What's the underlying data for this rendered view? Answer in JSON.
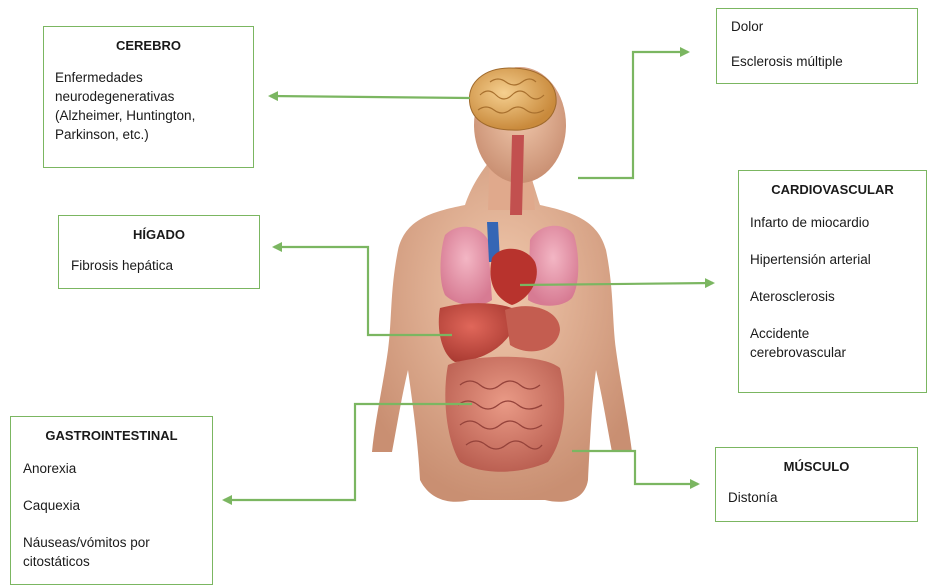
{
  "diagram": {
    "line_color": "#7bb661",
    "border_color": "#7bb661",
    "figure": "human-torso-internal-organs",
    "boxes": {
      "cerebro": {
        "title": "CEREBRO",
        "items": [
          "Enfermedades\nneurodegenerativas\n(Alzheimer, Huntington,\nParkinson, etc.)"
        ]
      },
      "dolor": {
        "title": "",
        "items": [
          "Dolor",
          "Esclerosis múltiple"
        ]
      },
      "cardiovascular": {
        "title": "CARDIOVASCULAR",
        "items": [
          "Infarto de miocardio",
          "Hipertensión arterial",
          "Aterosclerosis",
          "Accidente\ncerebrovascular"
        ]
      },
      "higado": {
        "title": "HÍGADO",
        "items": [
          "Fibrosis hepática"
        ]
      },
      "gastrointestinal": {
        "title": "GASTROINTESTINAL",
        "items": [
          "Anorexia",
          "Caquexia",
          "Náuseas/vómitos por\ncitostáticos"
        ]
      },
      "musculo": {
        "title": "MÚSCULO",
        "items": [
          "Distonía"
        ]
      }
    }
  }
}
